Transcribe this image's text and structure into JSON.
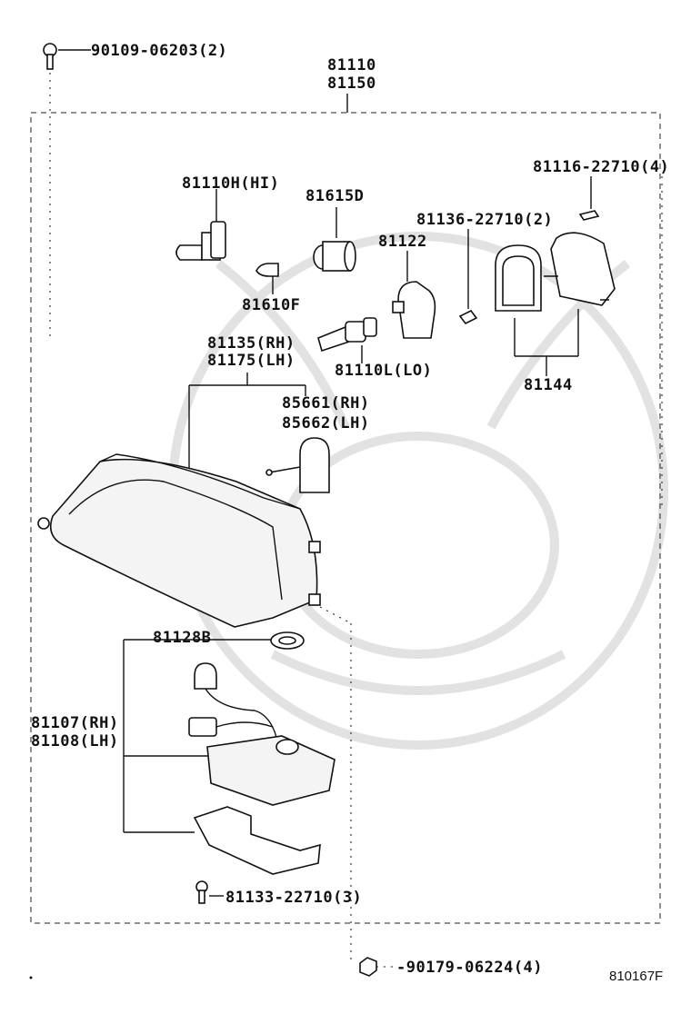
{
  "title": {
    "line1": "81110",
    "line2": "81150"
  },
  "labels": {
    "bolt_top": "90109-06203(2)",
    "screw_right": "81116-22710(4)",
    "bulb_hi": "81110H(HI)",
    "bulb_615": "81615D",
    "screw_136": "81136-22710(2)",
    "cover_122": "81122",
    "bulb_610": "81610F",
    "bulb_lo": "81110L(LO)",
    "gasket_144": "81144",
    "lens_rh": "81135(RH)",
    "lens_lh": "81175(LH)",
    "socket_rh": "85661(RH)",
    "socket_lh": "85662(LH)",
    "grommet": "81128B",
    "ballast_rh": "81107(RH)",
    "ballast_lh": "81108(LH)",
    "screw_133": "81133-22710(3)",
    "nut_bottom": "-90179-06224(4)",
    "figure_id": "810167F"
  },
  "colors": {
    "line": "#111111",
    "watermark": "#e2e2e2",
    "background": "#ffffff"
  }
}
